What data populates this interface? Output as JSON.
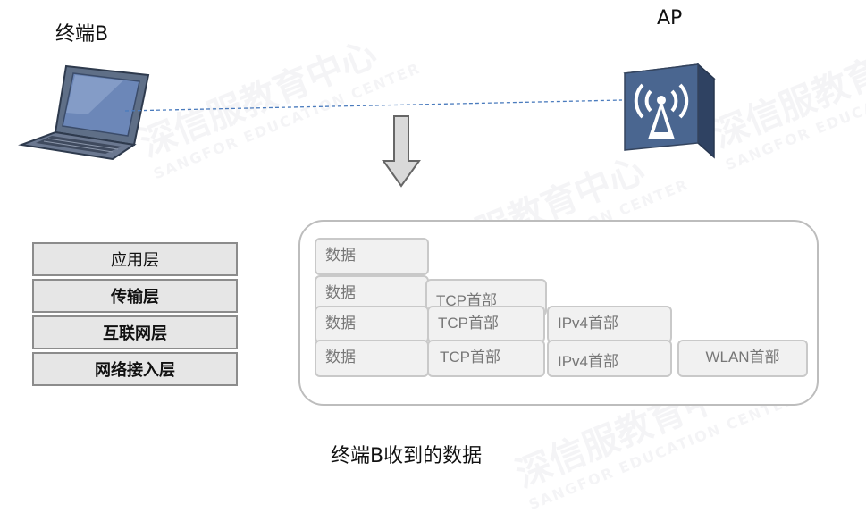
{
  "diagram": {
    "terminal_label": "终端B",
    "ap_label": "AP",
    "layers": [
      "应用层",
      "传输层",
      "互联网层",
      "网络接入层"
    ],
    "rows": [
      [
        "数据"
      ],
      [
        "数据",
        "TCP首部"
      ],
      [
        "数据",
        "TCP首部",
        "IPv4首部"
      ],
      [
        "数据",
        "TCP首部",
        "IPv4首部",
        "WLAN首部"
      ]
    ],
    "caption": "终端B收到的数据"
  },
  "watermark": {
    "text_cn": "深信服教育中心",
    "text_en": "SANGFOR EDUCATION CENTER"
  },
  "colors": {
    "link_dashed": "#4a7bbd",
    "ap_body": "#4a6690",
    "laptop_screen": "#6c87b8",
    "arrow_fill": "#d9d9d9",
    "arrow_stroke": "#666666"
  }
}
